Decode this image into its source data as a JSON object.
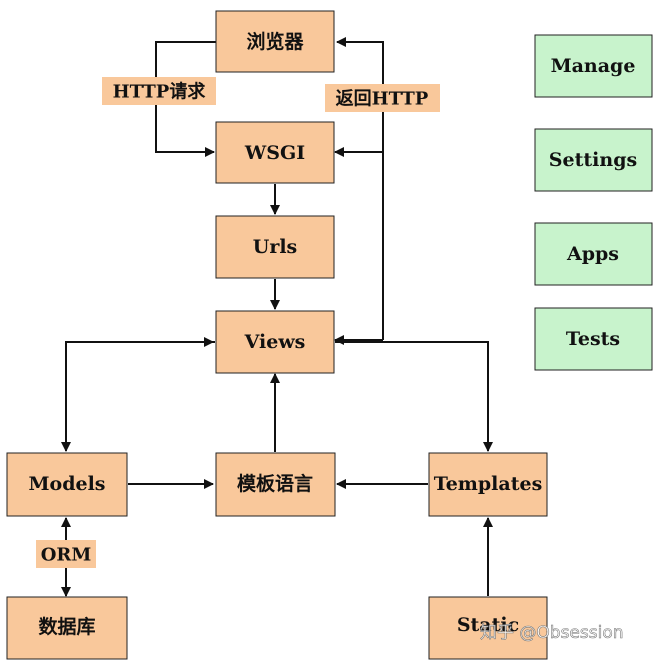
{
  "colors": {
    "node_fill": "#f9c89b",
    "side_fill": "#c8f3cc",
    "label_fill": "#f9c89b",
    "edge": "#111111"
  },
  "nodes": {
    "browser": "浏览器",
    "wsgi": "WSGI",
    "urls": "Urls",
    "views": "Views",
    "models": "Models",
    "template_lang": "模板语言",
    "templates": "Templates",
    "database": "数据库",
    "static": "Static"
  },
  "side_panel": [
    "Manage",
    "Settings",
    "Apps",
    "Tests"
  ],
  "edge_labels": {
    "http_request": "HTTP请求",
    "http_response": "返回HTTP",
    "orm": "ORM"
  },
  "watermark": "知乎 @Obsession"
}
